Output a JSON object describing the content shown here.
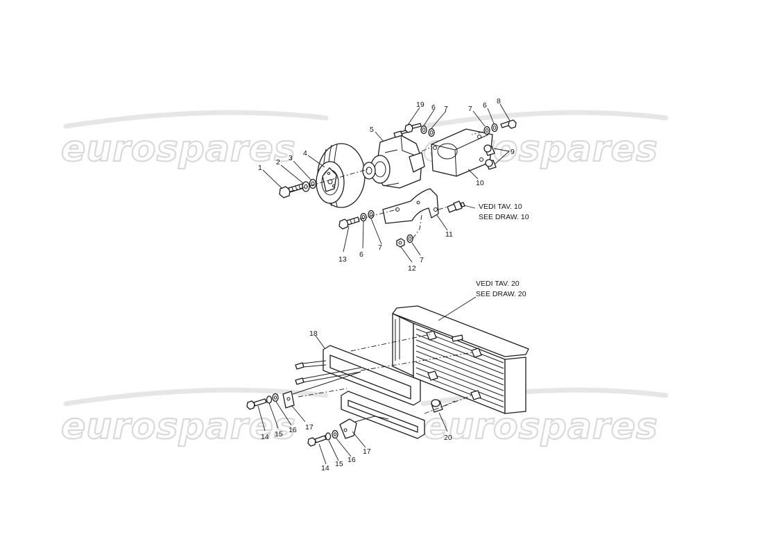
{
  "watermark": {
    "text": "eurospares"
  },
  "references": {
    "pump_ref_line1": "VEDI TAV. 10",
    "pump_ref_line2": "SEE DRAW. 10",
    "radiator_ref_line1": "VEDI TAV. 20",
    "radiator_ref_line2": "SEE DRAW. 20"
  },
  "callouts": {
    "c1": "1",
    "c2": "2",
    "c3": "3",
    "c4": "4",
    "c5": "5",
    "c6a": "6",
    "c6b": "6",
    "c6c": "6",
    "c7a": "7",
    "c7b": "7",
    "c7c": "7",
    "c7d": "7",
    "c8": "8",
    "c9": "9",
    "c10": "10",
    "c11": "11",
    "c12": "12",
    "c13": "13",
    "c14a": "14",
    "c14b": "14",
    "c15a": "15",
    "c15b": "15",
    "c16a": "16",
    "c16b": "16",
    "c17a": "17",
    "c17b": "17",
    "c18": "18",
    "c19": "19",
    "c20": "20"
  }
}
